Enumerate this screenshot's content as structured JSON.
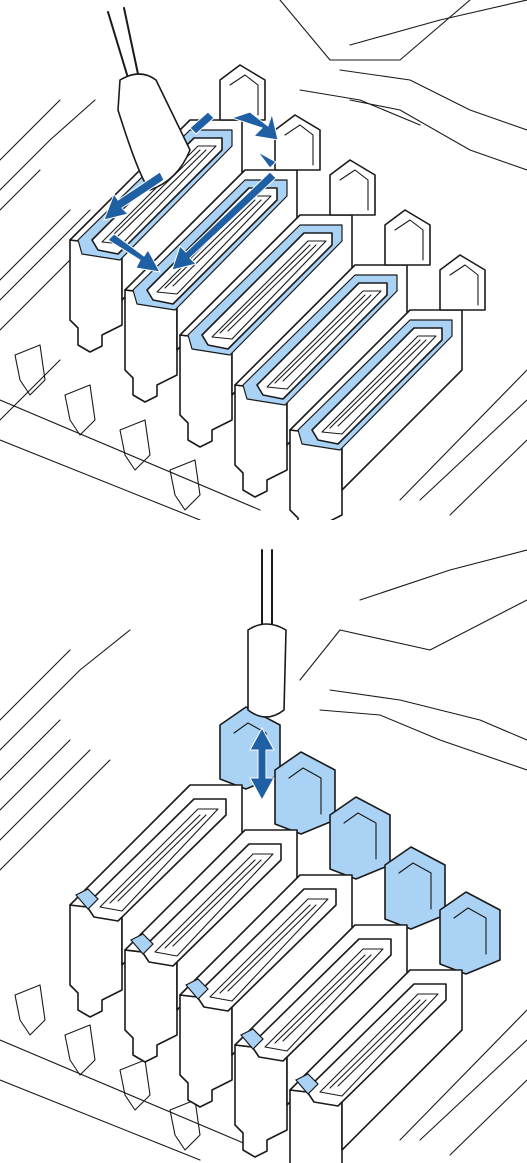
{
  "figure": {
    "panels": [
      {
        "id": "wipe-cap-edges",
        "caps": 5,
        "highlight": "cap-rims",
        "motion": "wipe-along-edges",
        "arrows": 6
      },
      {
        "id": "wipe-wiper-guides",
        "caps": 5,
        "highlight": "wiper-guides",
        "motion": "up-down",
        "arrows": 1
      }
    ],
    "colors": {
      "highlight": "#a9d2f5",
      "arrow": "#1f5fa4",
      "line": "#1a1a1a",
      "background": "#ffffff"
    },
    "icons": [
      "cleaning-stick-icon",
      "double-arrow-icon"
    ]
  }
}
